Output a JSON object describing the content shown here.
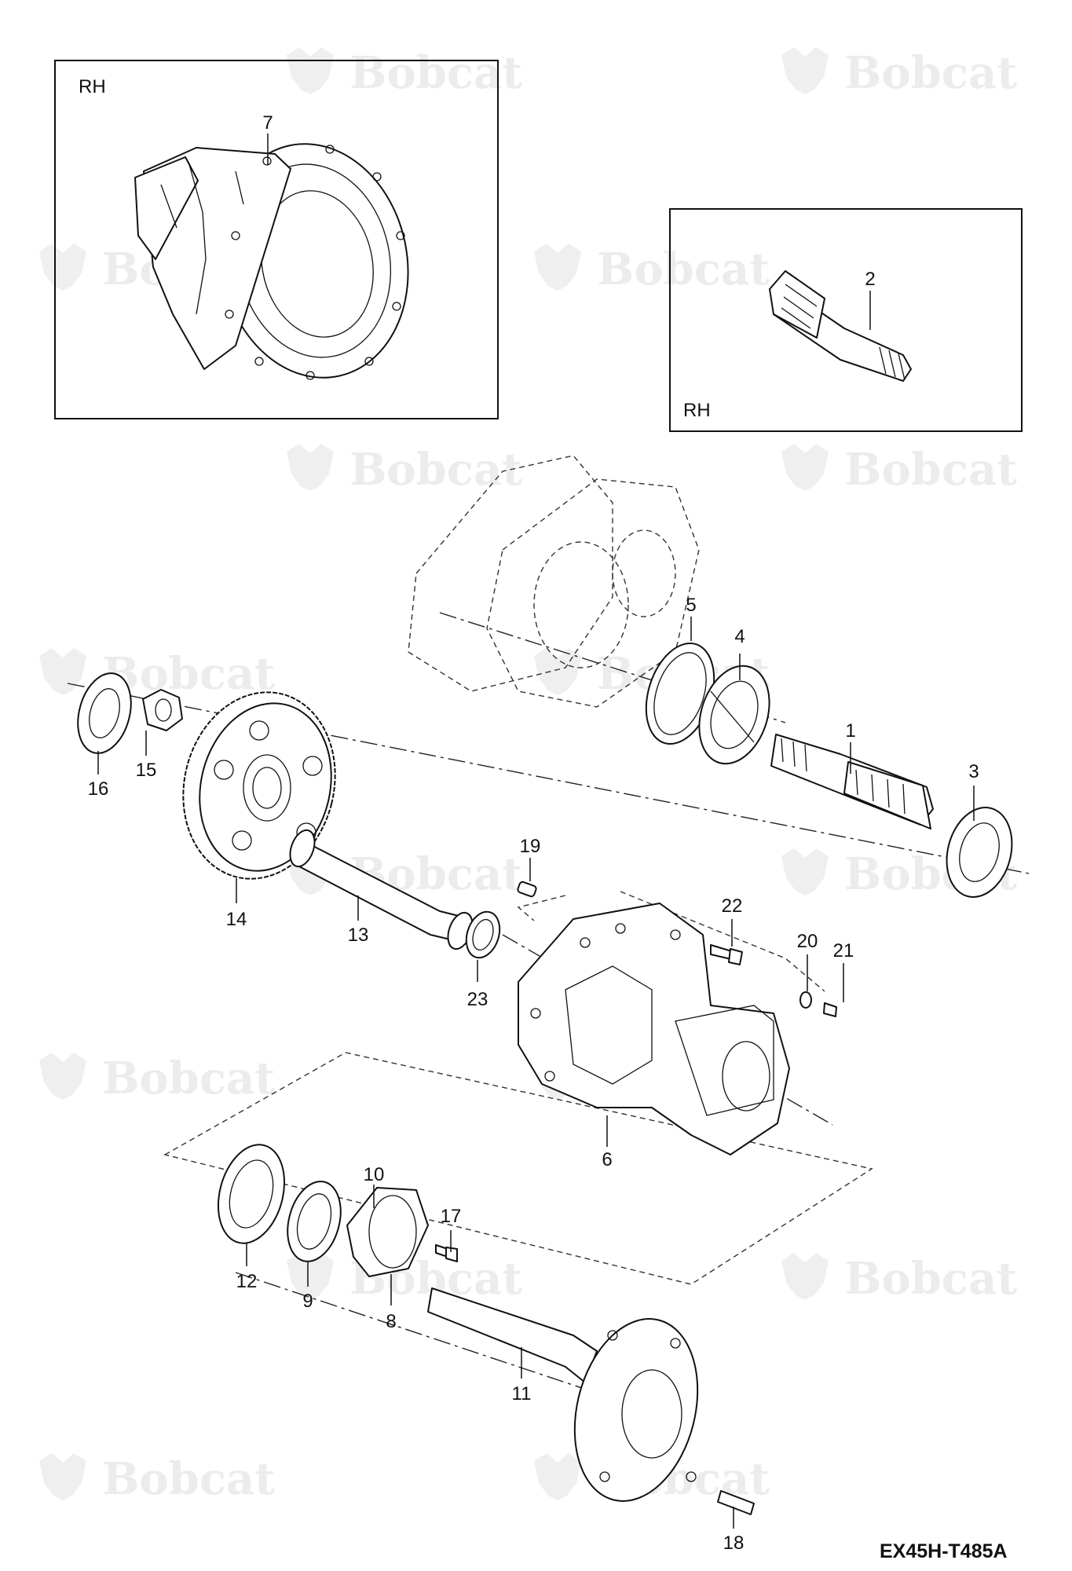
{
  "watermark": {
    "brand": "Bobcat",
    "logo_icon": "bobcat-head-logo"
  },
  "detail_left": {
    "label": "RH",
    "part_number": "7"
  },
  "detail_right": {
    "label": "RH",
    "part_number": "2"
  },
  "callouts": {
    "p1": "1",
    "p3": "3",
    "p4": "4",
    "p5": "5",
    "p6": "6",
    "p8": "8",
    "p9": "9",
    "p10": "10",
    "p11": "11",
    "p12": "12",
    "p13": "13",
    "p14": "14",
    "p15": "15",
    "p16": "16",
    "p17": "17",
    "p18": "18",
    "p19": "19",
    "p20": "20",
    "p21": "21",
    "p22": "22",
    "p23": "23"
  },
  "drawing_code": "EX45H-T485A"
}
